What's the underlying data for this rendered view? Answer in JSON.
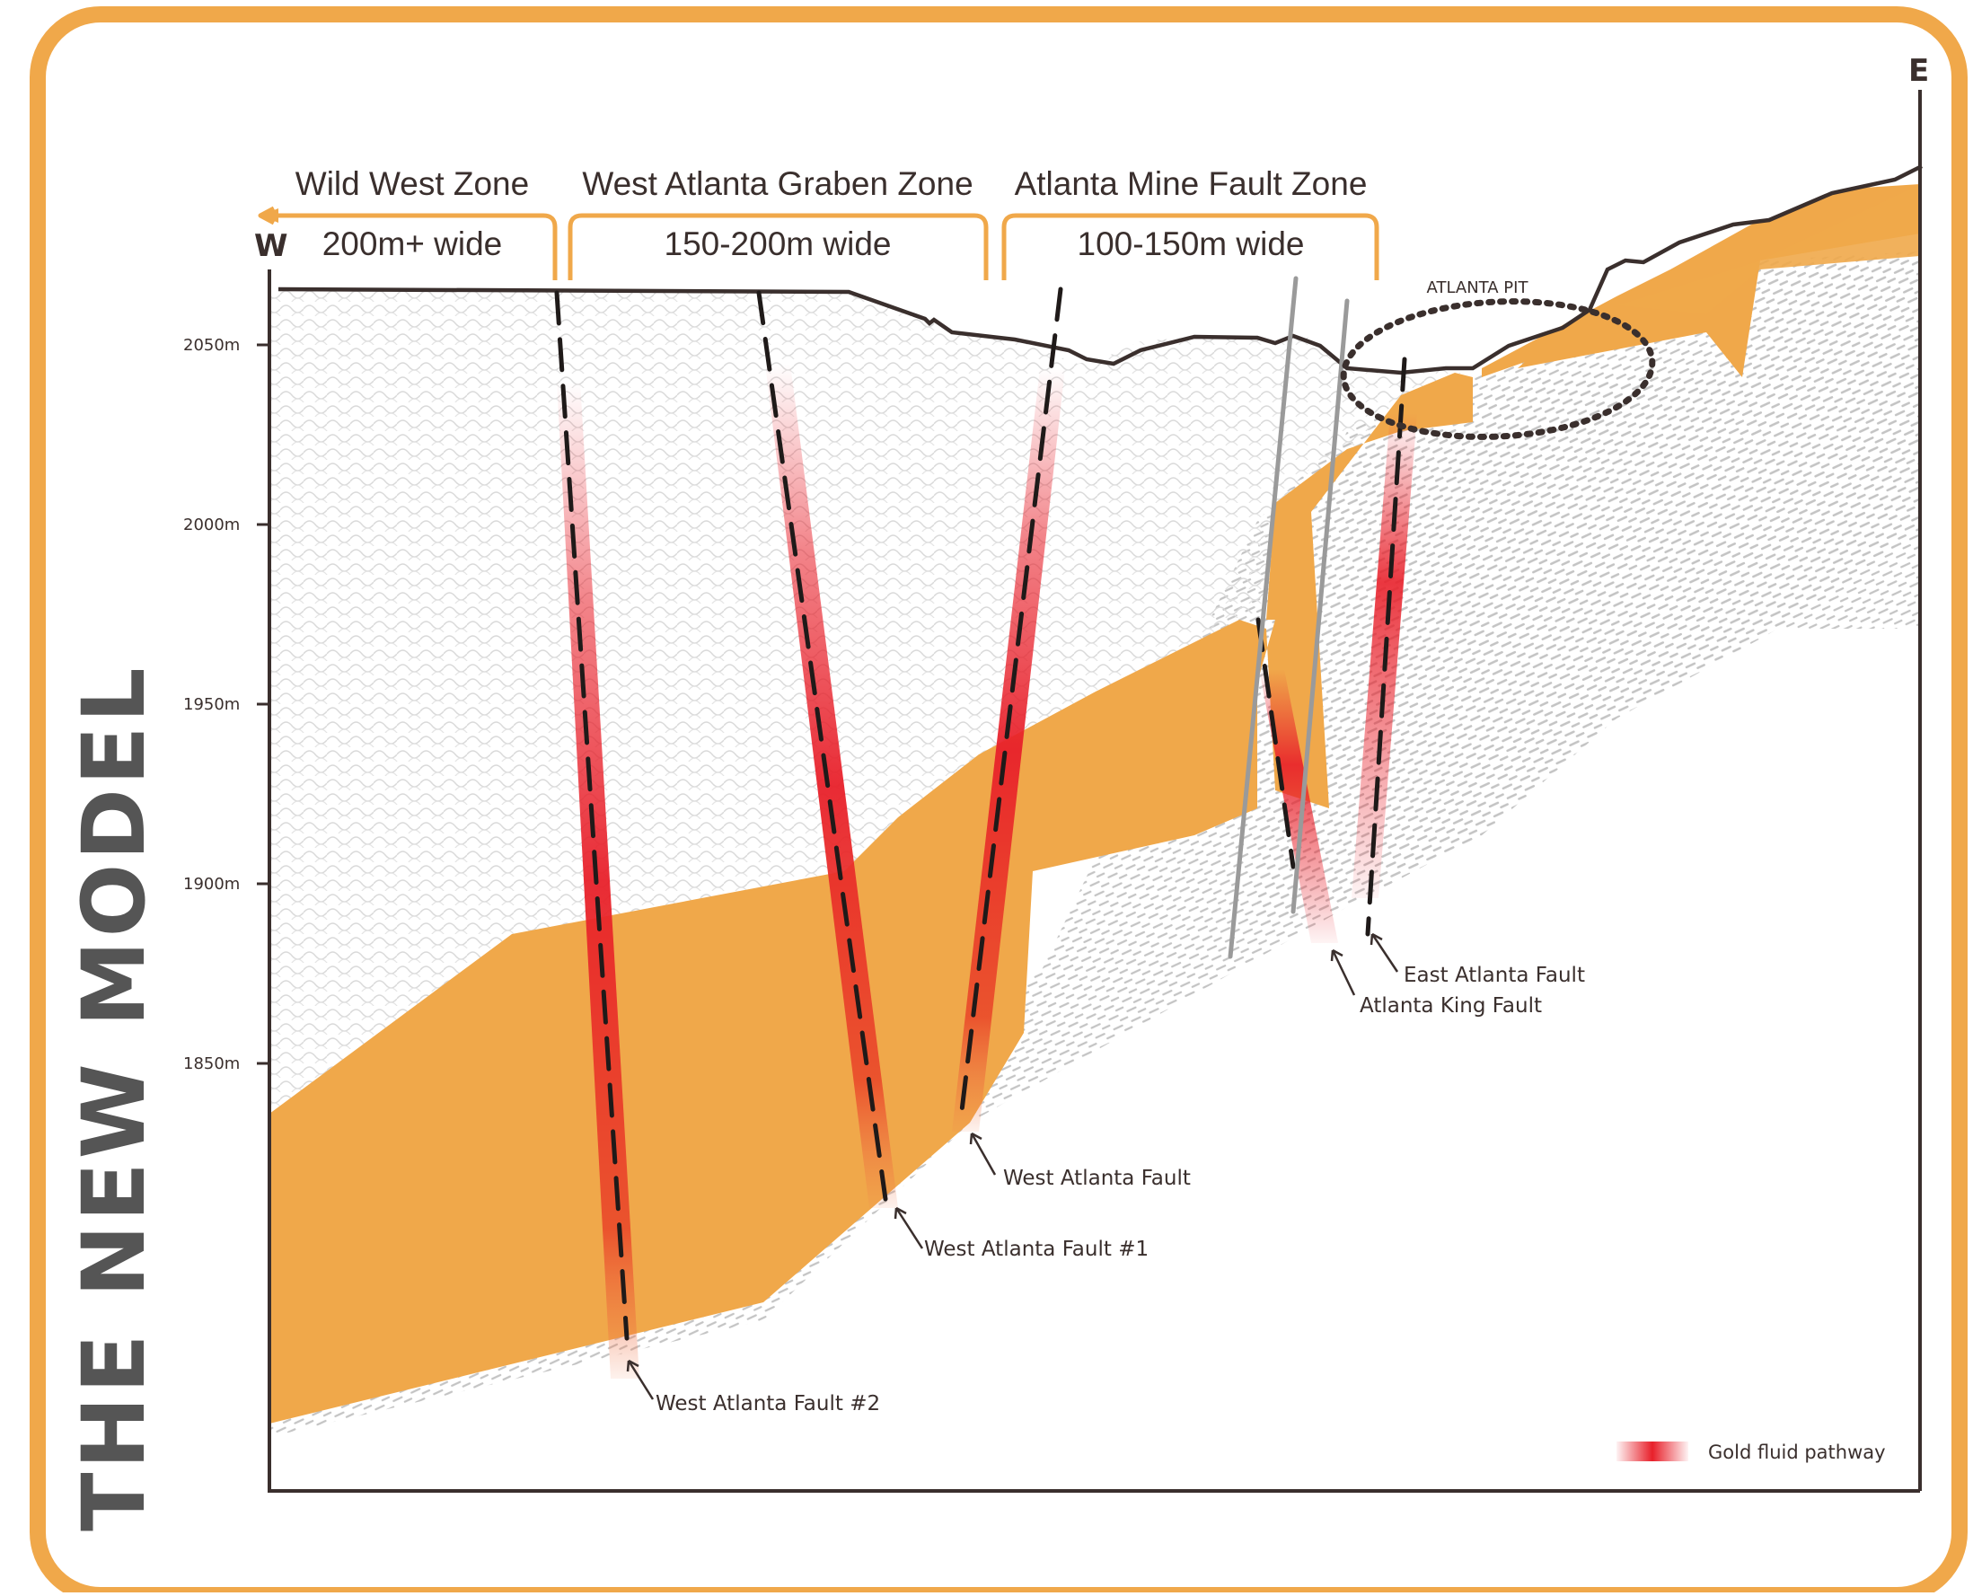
{
  "side_title": "THE NEW MODEL",
  "directions": {
    "west": "W",
    "east": "E"
  },
  "zones": [
    {
      "name": "Wild West Zone",
      "width": "200m+ wide"
    },
    {
      "name": "West Atlanta Graben Zone",
      "width": "150-200m wide"
    },
    {
      "name": "Atlanta Mine Fault Zone",
      "width": "100-150m wide"
    }
  ],
  "elevation_ticks": [
    "2050m",
    "2000m",
    "1950m",
    "1900m",
    "1850m"
  ],
  "pit_label": "ATLANTA PIT",
  "faults": [
    "West Atlanta Fault #2",
    "West Atlanta Fault #1",
    "West Atlanta Fault",
    "Atlanta King Fault",
    "East Atlanta Fault"
  ],
  "legend": {
    "label": "Gold fluid pathway"
  },
  "colors": {
    "frame": "#f0a84a",
    "ore": "#f0a84a",
    "fluid": "#e8202a",
    "line": "#3a2f2d",
    "drill": "#9a9a9a"
  }
}
